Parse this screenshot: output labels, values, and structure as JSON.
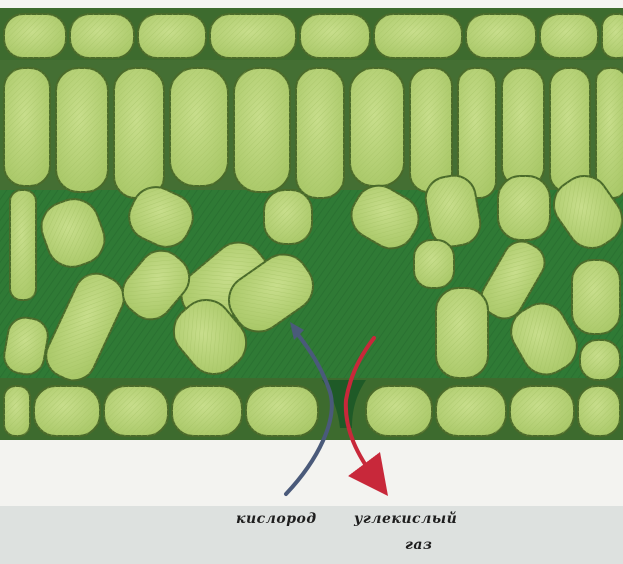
{
  "labels": {
    "oxygen": "кислород",
    "carbon_dioxide_line1": "углекислый",
    "carbon_dioxide_line2": "газ"
  },
  "colors": {
    "cell_fill": "#b3cf74",
    "cell_highlight": "#c8de8c",
    "cell_outline": "#4a6a2a",
    "mesophyll_background": "#2f7a35",
    "oxygen_arrow": "#4a5a7a",
    "carbon_dioxide_arrow": "#c8283a",
    "caption_bar": "#dde1df"
  }
}
